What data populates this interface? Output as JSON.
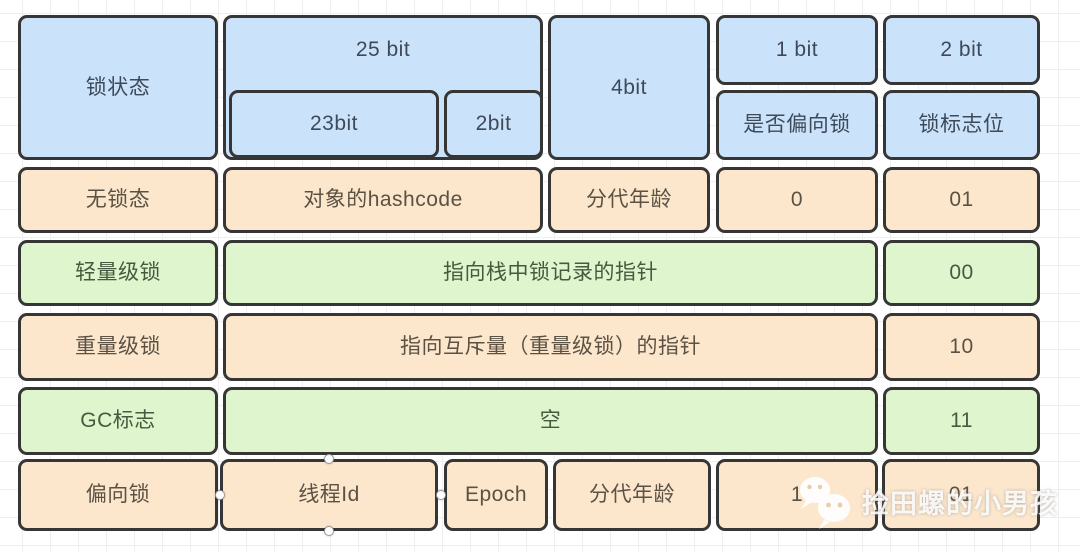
{
  "table": {
    "header": {
      "lock_state": "锁状态",
      "bits25": "25 bit",
      "bits23": "23bit",
      "bits2_sub": "2bit",
      "bits4": "4bit",
      "bits1": "1 bit",
      "bits2": "2 bit",
      "is_biased": "是否偏向锁",
      "lock_flag": "锁标志位"
    },
    "rows": {
      "no_lock": {
        "label": "无锁态",
        "hashcode": "对象的hashcode",
        "gen_age": "分代年龄",
        "bias": "0",
        "flag": "01"
      },
      "lightweight": {
        "label": "轻量级锁",
        "content": "指向栈中锁记录的指针",
        "flag": "00"
      },
      "heavyweight": {
        "label": "重量级锁",
        "content": "指向互斥量（重量级锁）的指针",
        "flag": "10"
      },
      "gc_mark": {
        "label": "GC标志",
        "content": "空",
        "flag": "11"
      },
      "biased": {
        "label": "偏向锁",
        "thread_id": "线程Id",
        "epoch": "Epoch",
        "gen_age": "分代年龄",
        "bias": "1",
        "flag": "01"
      }
    }
  },
  "watermark": {
    "text": "捡田螺的小男孩",
    "icon": "wechat-icon"
  },
  "colors": {
    "blue": "#cbe3fa",
    "orange": "#fce7cd",
    "green": "#def5ce",
    "border": "#363636"
  }
}
